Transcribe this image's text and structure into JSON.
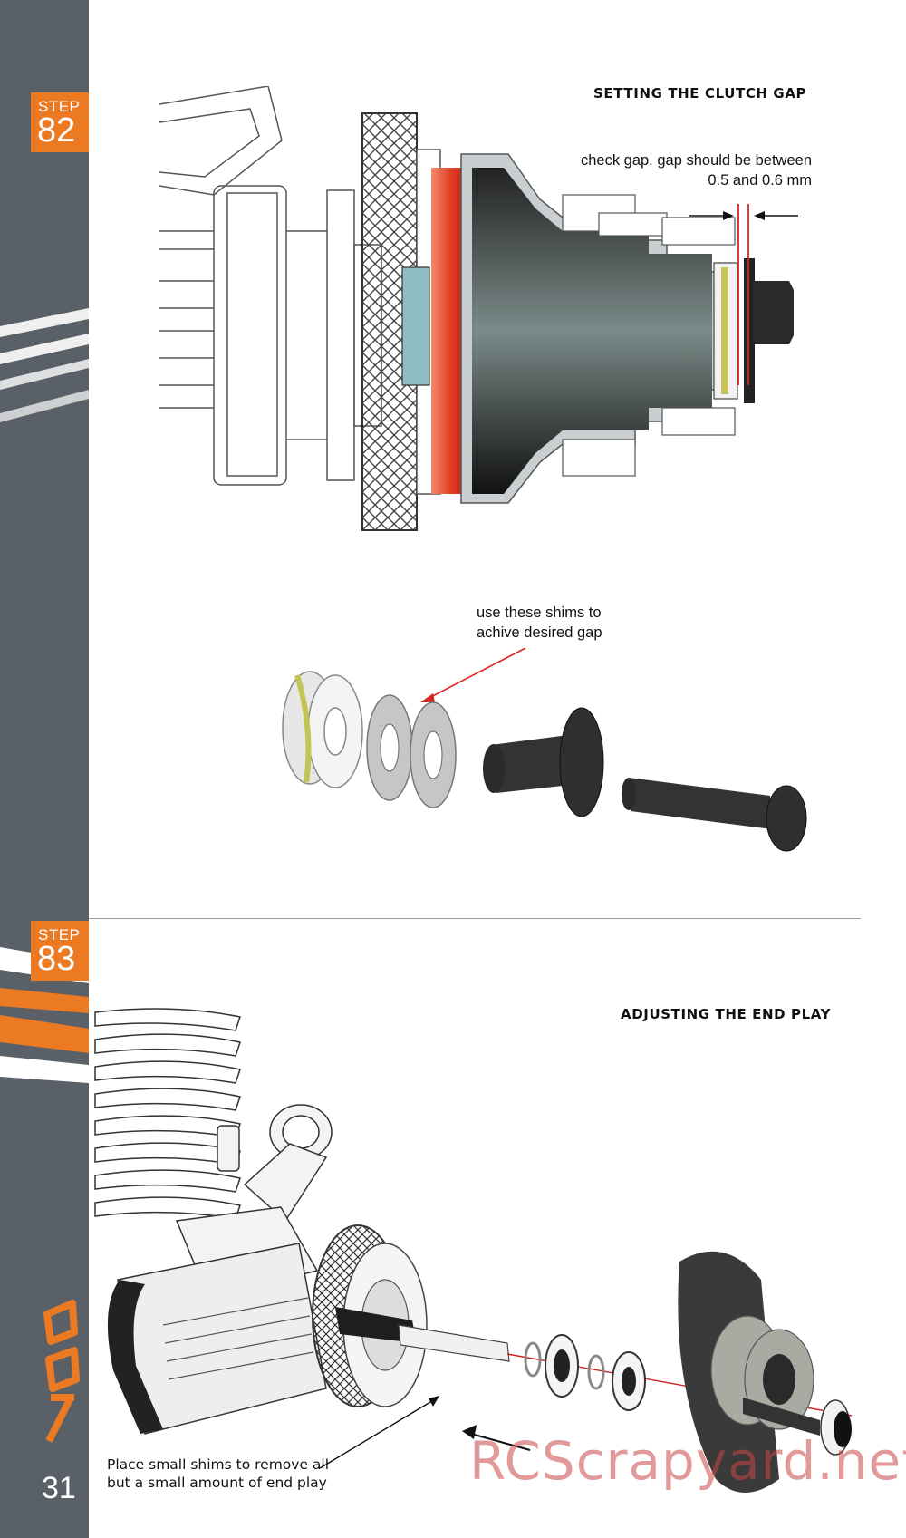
{
  "sidebar": {
    "brand_logo": "977",
    "page_number": "31",
    "colors": {
      "bar": "#5a6067",
      "accent": "#ec7a22"
    }
  },
  "step82": {
    "label": "STEP",
    "number": "82",
    "heading": "SETTING THE CLUTCH GAP",
    "note_gap": [
      "check gap. gap should be between",
      "0.5 and 0.6 mm"
    ],
    "note_shims": [
      "use these shims to",
      "achive desired gap"
    ]
  },
  "step83": {
    "label": "STEP",
    "number": "83",
    "heading": "ADJUSTING THE END PLAY",
    "note": [
      "Place small shims to remove all",
      "but a small amount of end play"
    ]
  },
  "watermark": "RCScrapyard.net"
}
